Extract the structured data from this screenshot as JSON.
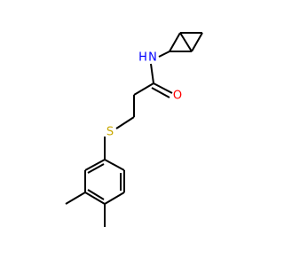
{
  "molecule": {
    "atoms": {
      "nitrogen": {
        "symbol": "N",
        "attached_h": "H",
        "color": "#0000ff"
      },
      "oxygen": {
        "symbol": "O",
        "color": "#ff0000"
      },
      "sulfur": {
        "symbol": "S",
        "color": "#c8a800"
      }
    },
    "bond_color": "#000000",
    "background": "#ffffff"
  }
}
